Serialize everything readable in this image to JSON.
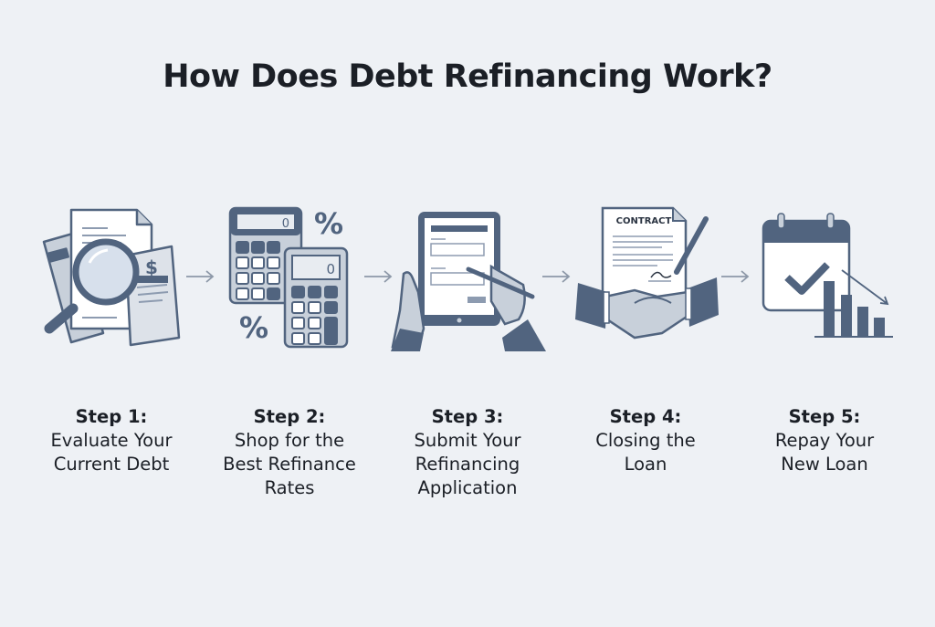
{
  "title": "How Does Debt Refinancing Work?",
  "colors": {
    "background": "#eef1f5",
    "dark": "#51647f",
    "light": "#c8d0da",
    "text": "#1b1f26"
  },
  "steps": [
    {
      "number": "Step 1:",
      "lines": [
        "Evaluate Your",
        "Current Debt"
      ],
      "icon": "magnifier-documents-icon"
    },
    {
      "number": "Step 2:",
      "lines": [
        "Shop for the",
        "Best Refinance",
        "Rates"
      ],
      "icon": "calculator-percent-icon"
    },
    {
      "number": "Step 3:",
      "lines": [
        "Submit Your",
        "Refinancing",
        "Application"
      ],
      "icon": "tablet-form-icon"
    },
    {
      "number": "Step 4:",
      "lines": [
        "Closing the",
        "Loan"
      ],
      "icon": "contract-handshake-icon"
    },
    {
      "number": "Step 5:",
      "lines": [
        "Repay Your",
        "New Loan"
      ],
      "icon": "calendar-chart-icon"
    }
  ],
  "icon_text": {
    "contract": "CONTRACT",
    "percent": "%",
    "dollar": "$",
    "display": "0"
  }
}
